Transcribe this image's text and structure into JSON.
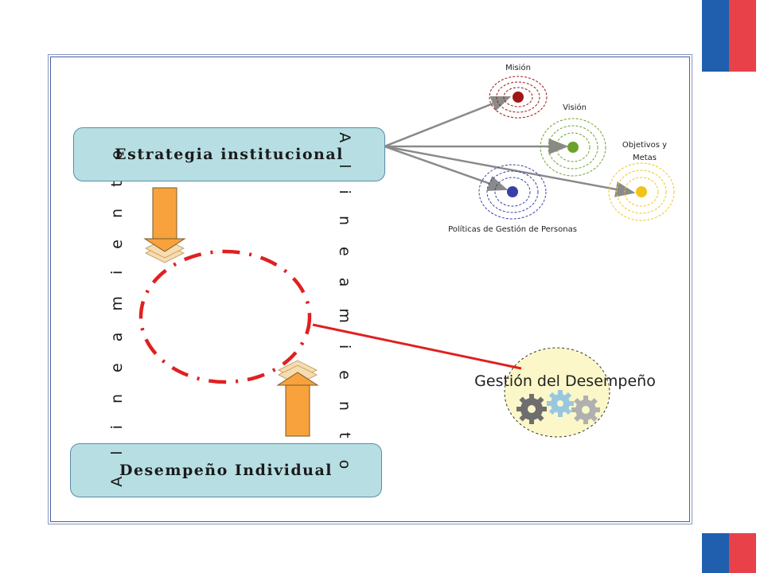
{
  "colors": {
    "flag_blue": "#1f5fae",
    "flag_red": "#e8414a",
    "box_fill": "#b7dfe3",
    "arrow_orange": "#f7a23c",
    "dash_red": "#e02020",
    "connector_red": "#e02020",
    "gray_arrow": "#8a8a8a",
    "mision": "#a01616",
    "vision": "#6aa32a",
    "objetivos": "#f2c418",
    "politicas": "#3a3fa8",
    "gestion_fill": "#fbf7c8"
  },
  "boxes": {
    "estrategia": "Estrategia institucional",
    "desempeno": "Desempeño Individual"
  },
  "vertical_labels": {
    "left": "A l i n e a m i e n t o",
    "right": "A l i n e a m i e n t o"
  },
  "targets": {
    "mision": "Misión",
    "vision": "Visión",
    "objetivos_line1": "Objetivos y",
    "objetivos_line2": "Metas",
    "politicas": "Políticas de Gestión de Personas"
  },
  "gestion": {
    "label": "Gestión del Desempeño",
    "icon": "gears-icon"
  }
}
